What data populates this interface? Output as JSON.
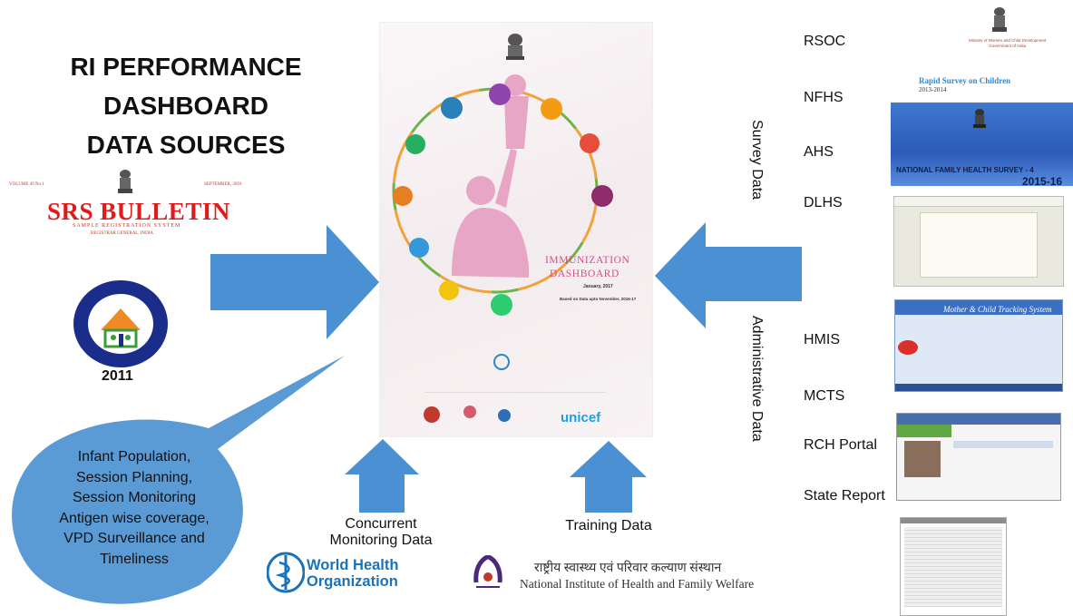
{
  "title": {
    "line1": "RI PERFORMANCE",
    "line2": "DASHBOARD",
    "line3": "DATA SOURCES"
  },
  "srs": {
    "brand": "SRS BULLETIN",
    "subtitle": "SAMPLE REGISTRATION SYSTEM",
    "issuer": "REGISTRAR GENERAL, INDIA",
    "volume": "VOLUME 49 No.1",
    "date": "SEPTEMBER, 2016"
  },
  "census": {
    "year": "2011"
  },
  "bubble": {
    "lines": [
      "Infant Population,",
      "Session Planning,",
      "Session Monitoring",
      "Antigen wise coverage,",
      "VPD Surveillance and",
      "Timeliness"
    ]
  },
  "poster": {
    "title_line1": "IMMUNIZATION",
    "title_line2": "DASHBOARD",
    "date": "January, 2017",
    "based_on": "Based on Data upto November, 2016-17",
    "partner": "unicef"
  },
  "right": {
    "survey_items": [
      "RSOC",
      "NFHS",
      "AHS",
      "DLHS"
    ],
    "admin_items": [
      "HMIS",
      "MCTS",
      "RCH Portal",
      "State Report"
    ],
    "survey_label": "Survey Data",
    "admin_label": "Administrative Data",
    "rsoc_title": "Rapid Survey on Children",
    "rsoc_years": "2013-2014",
    "ministry": "Ministry of Women and Child Development",
    "ministry_gov": "Government of India",
    "nfhs_title": "NATIONAL FAMILY HEALTH SURVEY - 4",
    "nfhs_year": "2015-16",
    "hmis_title": "Mother & Child Tracking System"
  },
  "bottom": {
    "concurrent_line1": "Concurrent",
    "concurrent_line2": "Monitoring Data",
    "training": "Training Data",
    "who_line1": "World Health",
    "who_line2": "Organization",
    "nihfw_hindi": "राष्ट्रीय स्वास्थ्य एवं परिवार कल्याण संस्थान",
    "nihfw_en": "National Institute of Health and Family Welfare"
  },
  "colors": {
    "arrow": "#4a90d2",
    "bubble": "#5b9bd5",
    "ring": "#7dbb4f",
    "srs_red": "#e01b1b",
    "nfhs_blue": "#1b57b8"
  }
}
